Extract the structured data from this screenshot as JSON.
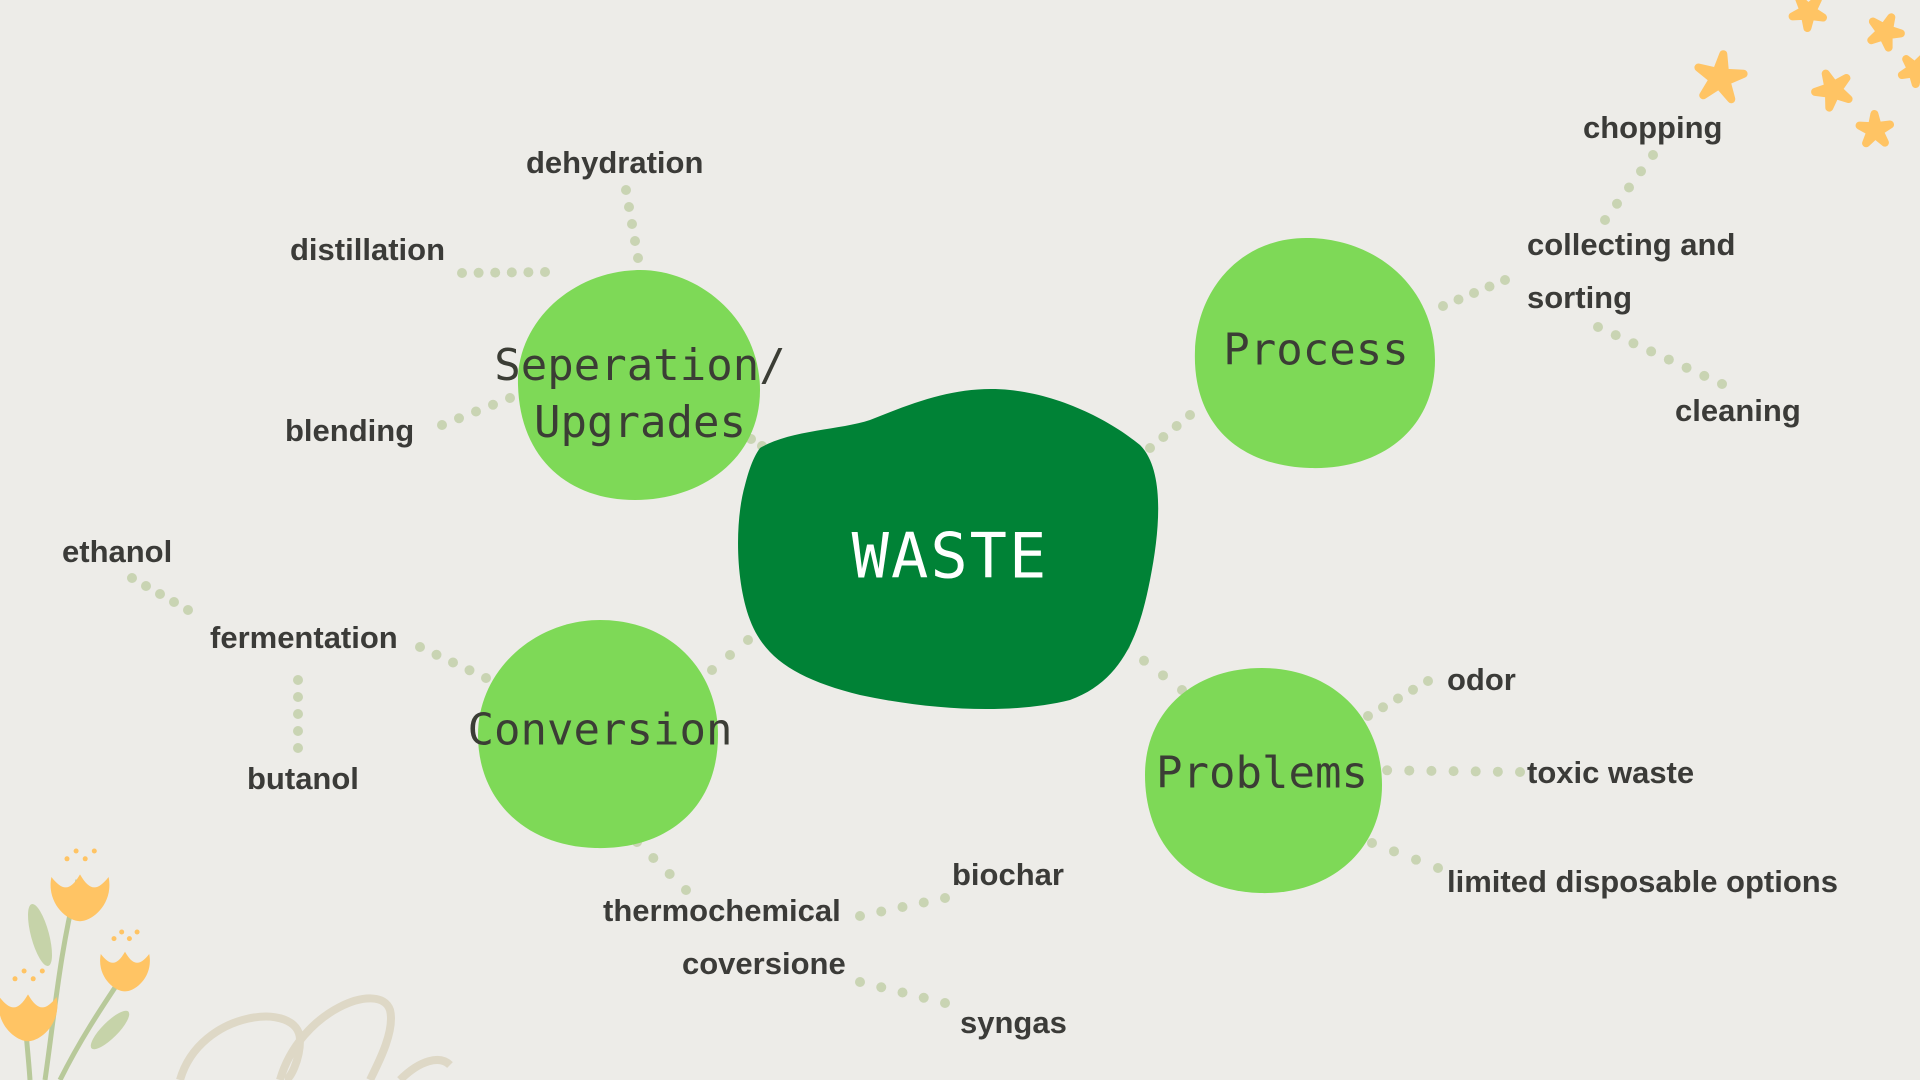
{
  "colors": {
    "background": "#edece8",
    "center_blob": "#008236",
    "branch_blob": "#7ed957",
    "connector_dots": "#c9d4b3",
    "label_text": "#3b3b38",
    "flower_petals": "#ffc464",
    "leaf": "#b8c99a"
  },
  "center": {
    "label": "WASTE"
  },
  "branches": {
    "separation": {
      "label_line1": "Seperation/",
      "label_line2": "Upgrades",
      "children": {
        "dehydration": "dehydration",
        "distillation": "distillation",
        "blending": "blending"
      }
    },
    "process": {
      "label": "Process",
      "children": {
        "chopping": "chopping",
        "collecting_line1": "collecting and",
        "collecting_line2": "sorting",
        "cleaning": "cleaning"
      }
    },
    "conversion": {
      "label": "Conversion",
      "children": {
        "fermentation": "fermentation",
        "ethanol": "ethanol",
        "butanol": "butanol",
        "thermochemical_line1": "thermochemical",
        "thermochemical_line2": "coversione",
        "biochar": "biochar",
        "syngas": "syngas"
      }
    },
    "problems": {
      "label": "Problems",
      "children": {
        "odor": "odor",
        "toxic_waste": "toxic waste",
        "limited": "limited disposable options"
      }
    }
  },
  "icons": {
    "flowers_bottom_left": "yellow-tulip-flowers-icon",
    "stars_top_right": "orange-star-flowers-icon"
  }
}
